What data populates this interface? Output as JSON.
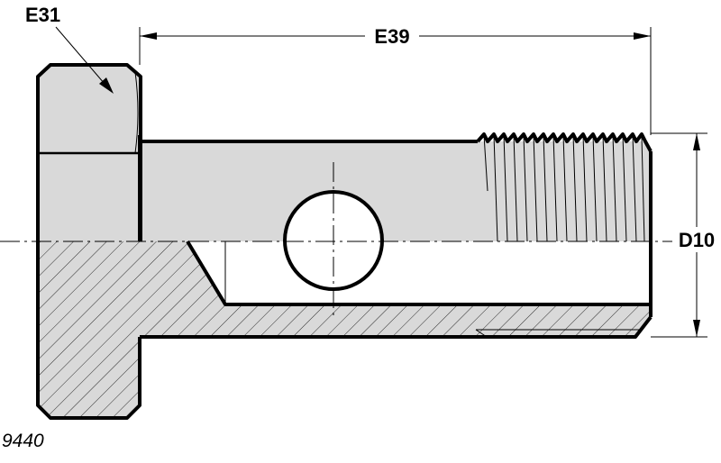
{
  "drawing": {
    "labels": {
      "hex_dimension": "E31",
      "length_dimension": "E39",
      "diameter_dimension": "D10",
      "part_code": "9440"
    },
    "colors": {
      "fill": "#d9d9d9",
      "stroke": "#000000",
      "background": "#ffffff"
    }
  }
}
